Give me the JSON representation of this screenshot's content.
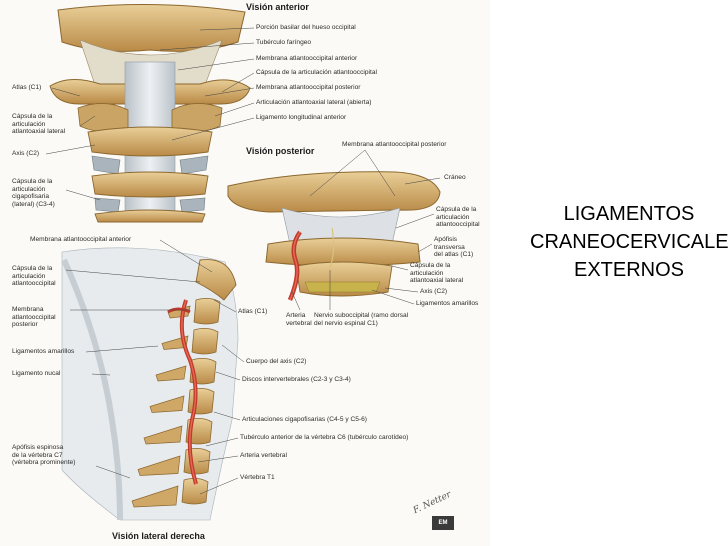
{
  "slide": {
    "title_lines": [
      "LIGAMENTOS",
      "CRANEOCERVICALES",
      "EXTERNOS"
    ]
  },
  "figure": {
    "anterior": {
      "title": "Visión anterior",
      "labels_right": [
        "Porción basilar del hueso occipital",
        "Tubérculo faríngeo",
        "Membrana atlantooccipital anterior",
        "Cápsula de la articulación atlantooccipital",
        "Membrana atlantooccipital posterior",
        "Articulación atlantoaxial lateral (abierta)",
        "Ligamento longitudinal anterior"
      ],
      "labels_left": [
        "Atlas (C1)",
        "Cápsula de la\narticulación\natlantoaxial lateral",
        "Axis (C2)",
        "Cápsula de la\narticulación\ncigapofisaria\n(lateral) (C3-4)"
      ]
    },
    "posterior": {
      "title": "Visión posterior",
      "labels": [
        "Membrana atlantooccipital posterior",
        "Cráneo",
        "Cápsula de la\narticulación\natlantooccipital",
        "Apófisis\ntransversa\ndel atlas (C1)",
        "Cápsula de la\narticulación\natlantoaxial lateral",
        "Axis (C2)",
        "Ligamentos amarillos",
        "Arteria\nvertebral",
        "Nervio suboccipital (ramo dorsal\ndel nervio espinal C1)"
      ]
    },
    "lateral": {
      "title": "Visión lateral derecha",
      "labels_left": [
        "Membrana atlantooccipital anterior",
        "Cápsula de la\narticulación\natlantooccipital",
        "Membrana\natlantooccipital\nposterior",
        "Ligamentos amarillos",
        "Ligamento nucal",
        "Apófisis espinosa\nde la vértebra C7\n(vértebra prominente)"
      ],
      "labels_right": [
        "Atlas (C1)",
        "Cuerpo del axis (C2)",
        "Discos intervertebrales (C2-3 y C3-4)",
        "Articulaciones cigapofisarias (C4-5 y C5-6)",
        "Tubérculo anterior de la vértebra C6 (tubérculo carotídeo)",
        "Arteria vertebral",
        "Vértebra T1"
      ]
    },
    "signature": "F. Netter",
    "logo": "EM"
  },
  "colors": {
    "bone": "#d9b77a",
    "bone_dark": "#a97d3c",
    "ligament": "#d8dde2",
    "artery": "#c0392b",
    "leader": "#444444"
  }
}
